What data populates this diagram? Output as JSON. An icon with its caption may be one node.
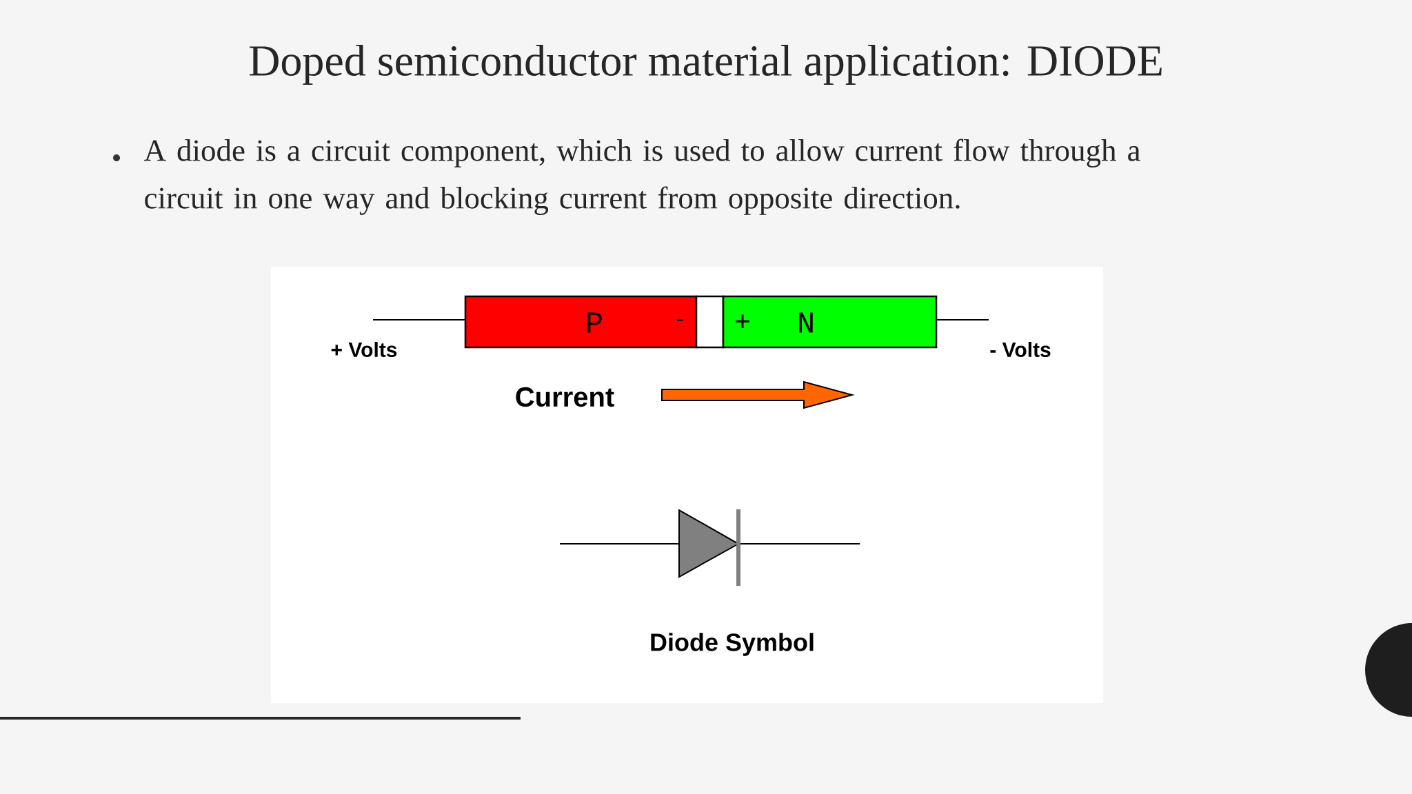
{
  "diagram": {
    "title": "Doped semiconductor material application: DIODE",
    "nodes": [
      {
        "text": [
          "P",
          "-"
        ]
      },
      {
        "text": [],
        "shape": "box"
      },
      {
        "text": [
          "+",
          "N"
        ]
      }
    ],
    "labels": [
      "A diode is a circuit component, which is used to allow current flow through a circuit in one way and blocking current from opposite direction.",
      "+ Volts",
      "- Volts",
      "Current",
      "Diode Symbol"
    ]
  }
}
